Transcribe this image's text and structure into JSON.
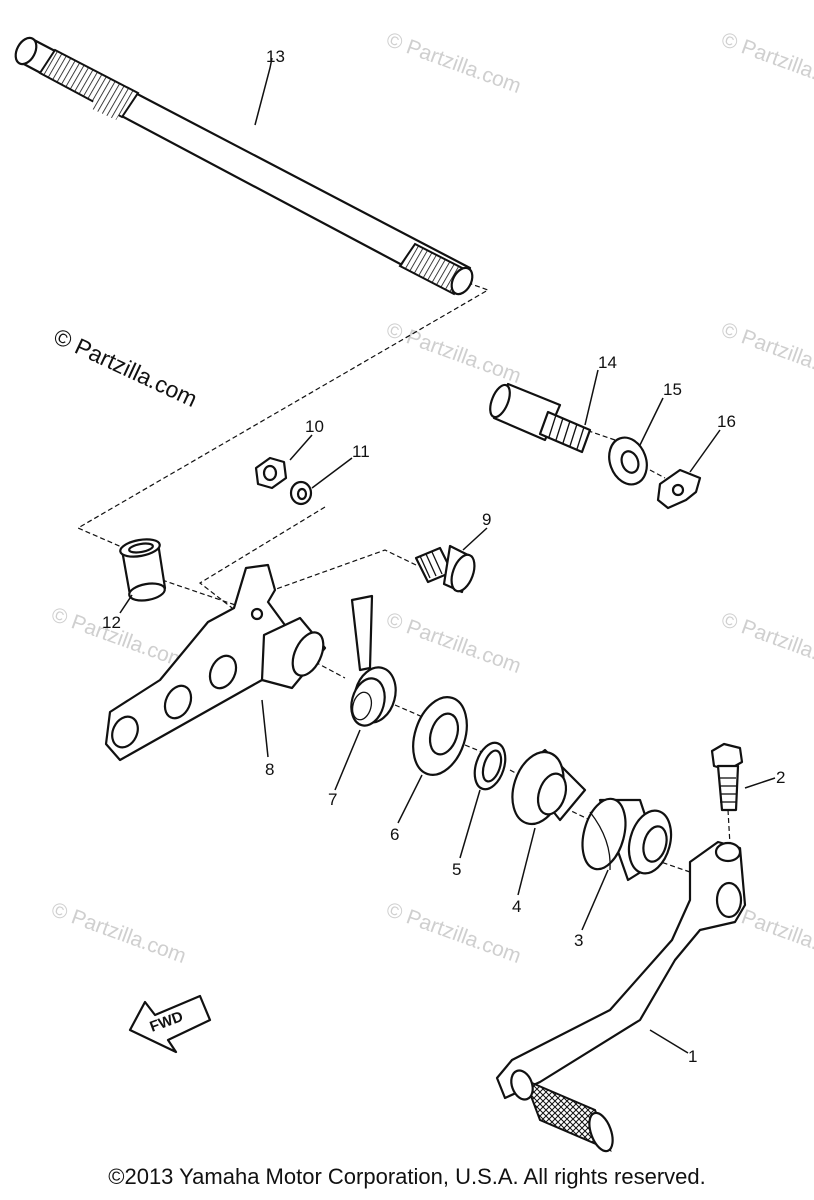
{
  "watermark": {
    "main": "© Partzilla.com",
    "faint": "© Partzilla.com"
  },
  "labels": {
    "p1": "1",
    "p2": "2",
    "p3": "3",
    "p4": "4",
    "p5": "5",
    "p6": "6",
    "p7": "7",
    "p8": "8",
    "p9": "9",
    "p10": "10",
    "p11": "11",
    "p12": "12",
    "p13": "13",
    "p14": "14",
    "p15": "15",
    "p16": "16"
  },
  "fwd_label": "FWD",
  "copyright": "©2013  Yamaha Motor Corporation, U.S.A. All rights reserved."
}
